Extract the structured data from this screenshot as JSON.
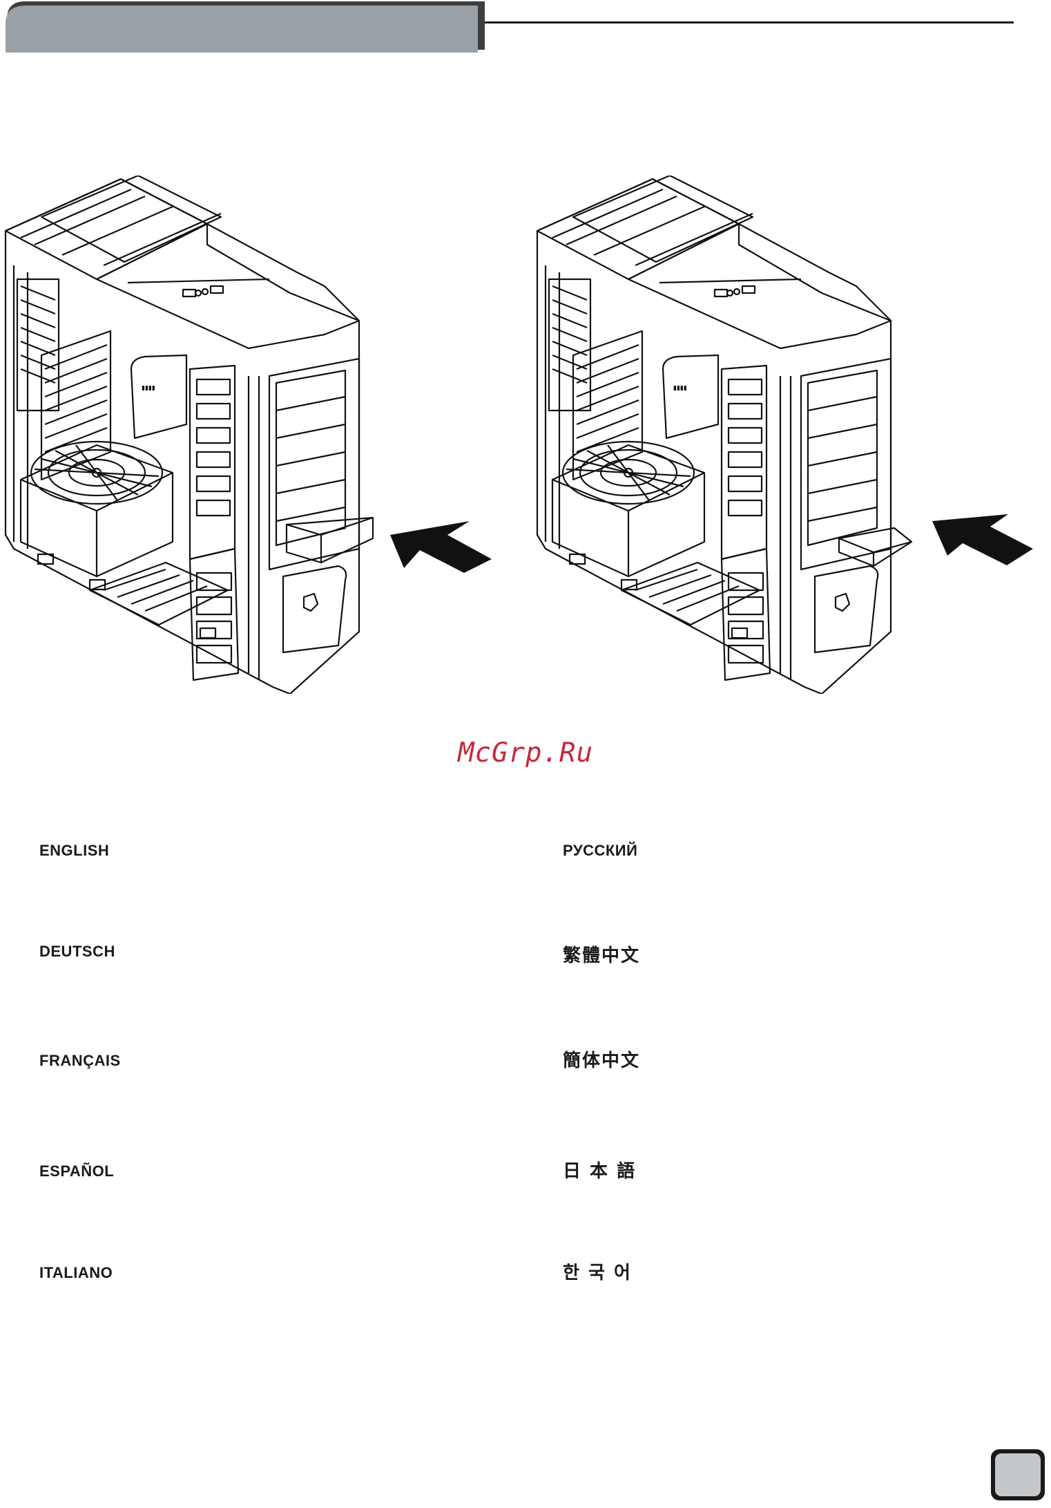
{
  "watermark": "McGrp.Ru",
  "languages": {
    "left": [
      "ENGLISH",
      "DEUTSCH",
      "FRANÇAIS",
      "ESPAÑOL",
      "ITALIANO"
    ],
    "right": [
      "РУССКИЙ",
      "繁體中文",
      "簡体中文",
      "日 本 語",
      "한 국 어"
    ]
  },
  "figures": [
    {
      "description_icon": "pc-case-drive-bay-open",
      "arrow_icon": "insert-arrow-icon"
    },
    {
      "description_icon": "pc-case-drive-installed",
      "arrow_icon": "insert-arrow-icon"
    }
  ],
  "colors": {
    "header_tab": "#9aa1a6",
    "watermark": "#c8283a",
    "line": "#1a1a1a"
  }
}
